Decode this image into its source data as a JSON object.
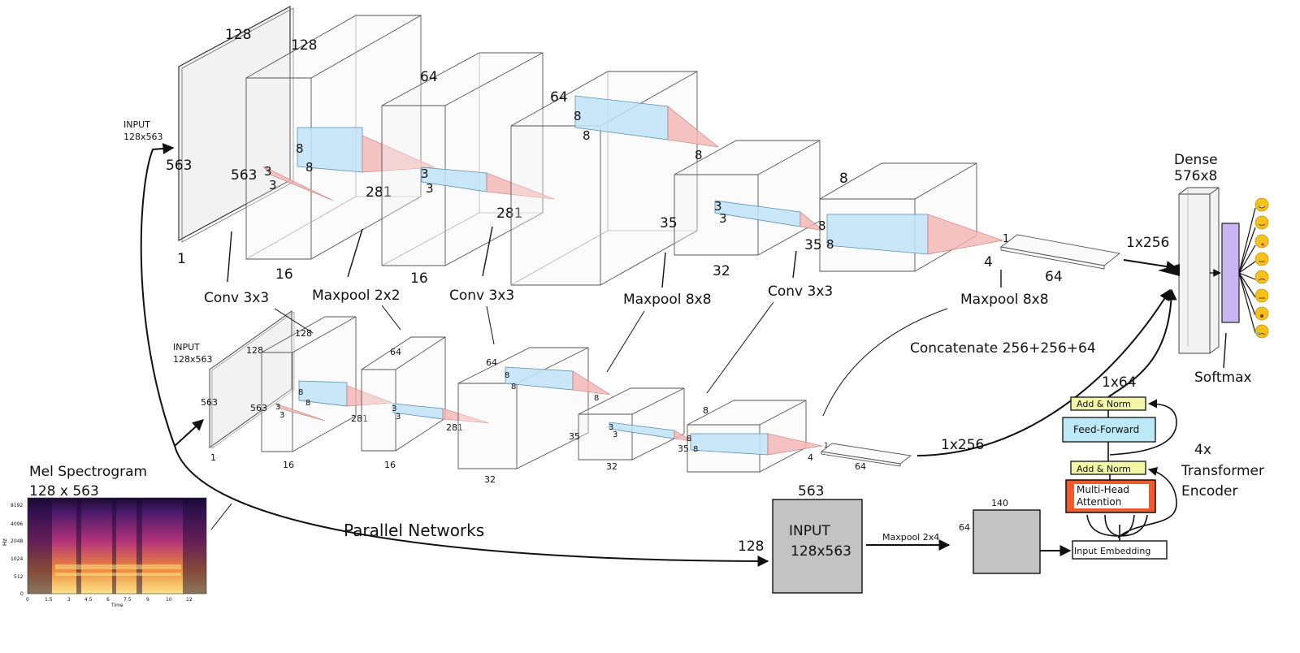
{
  "top_network": {
    "input_label": "INPUT",
    "input_size": "128x563",
    "dims": {
      "d128a": "128",
      "d563": "563",
      "d1": "1",
      "d128b": "128",
      "d563b": "563",
      "d16a": "16",
      "d64a": "64",
      "d281a": "281",
      "d16b": "16",
      "d64b": "64",
      "d281b": "281",
      "d35a": "35",
      "d32": "32",
      "d8a": "8",
      "d35b": "35",
      "d4": "4",
      "d1b": "1",
      "d64c": "64",
      "k8a": "8",
      "k8b": "8",
      "k3a": "3",
      "k3b": "3",
      "k3c": "3",
      "k3d": "3",
      "k8c": "8",
      "k8d": "8",
      "k8e": "8",
      "k3e": "3",
      "k3f": "3",
      "k8f": "8",
      "k8g": "8"
    },
    "layers": [
      "Conv 3x3",
      "Maxpool 2x2",
      "Conv 3x3",
      "Maxpool 8x8",
      "Conv 3x3",
      "Maxpool 8x8"
    ],
    "output": "1x256"
  },
  "bottom_network": {
    "input_label": "INPUT",
    "input_size": "128x563",
    "dims": {
      "d128a": "128",
      "d563": "563",
      "d1": "1",
      "d128b": "128",
      "d563b": "563",
      "d16a": "16",
      "d64a": "64",
      "d281a": "281",
      "d16b": "16",
      "d64b": "64",
      "d281b": "281",
      "d32a": "32",
      "d35a": "35",
      "d32b": "32",
      "d8a": "8",
      "d35b": "35",
      "d4": "4",
      "d1b": "1",
      "d64c": "64",
      "k8a": "8",
      "k8b": "8",
      "k3a": "3",
      "k3b": "3",
      "k3c": "3",
      "k3d": "3",
      "k8c": "8",
      "k8d": "8",
      "k8e": "8",
      "k3e": "3",
      "k3f": "3",
      "k8f": "8",
      "k8g": "8"
    },
    "output": "1x256"
  },
  "concat_label": "Concatenate 256+256+64",
  "parallel_label": "Parallel Networks",
  "spectrogram": {
    "title_line1": "Mel Spectrogram",
    "title_line2": "128 x 563",
    "y_axis_label": "Hz",
    "x_axis_label": "Time",
    "y_ticks": [
      "8192",
      "4096",
      "2048",
      "1024",
      "512",
      "0"
    ],
    "x_ticks": [
      "0",
      "1.5",
      "3",
      "4.5",
      "6",
      "7.5",
      "9",
      "10",
      "12"
    ]
  },
  "transformer_branch": {
    "input_width": "563",
    "input_height": "128",
    "input_label": "INPUT",
    "input_size": "128x563",
    "pool_label": "Maxpool 2x4",
    "pooled_width": "140",
    "pooled_height": "64",
    "embedding": "Input Embedding",
    "attention": "Multi-Head Attention",
    "add_norm_1": "Add & Norm",
    "feed_forward": "Feed-Forward",
    "add_norm_2": "Add & Norm",
    "repeat": "4x",
    "encoder_line1": "Transformer",
    "encoder_line2": "Encoder",
    "output": "1x64",
    "colors": {
      "add_norm": "#f2f7a8",
      "feed_forward": "#bde9f7",
      "attention": "#f15a30"
    }
  },
  "dense": {
    "label": "Dense",
    "size": "576x8"
  },
  "softmax_label": "Softmax"
}
